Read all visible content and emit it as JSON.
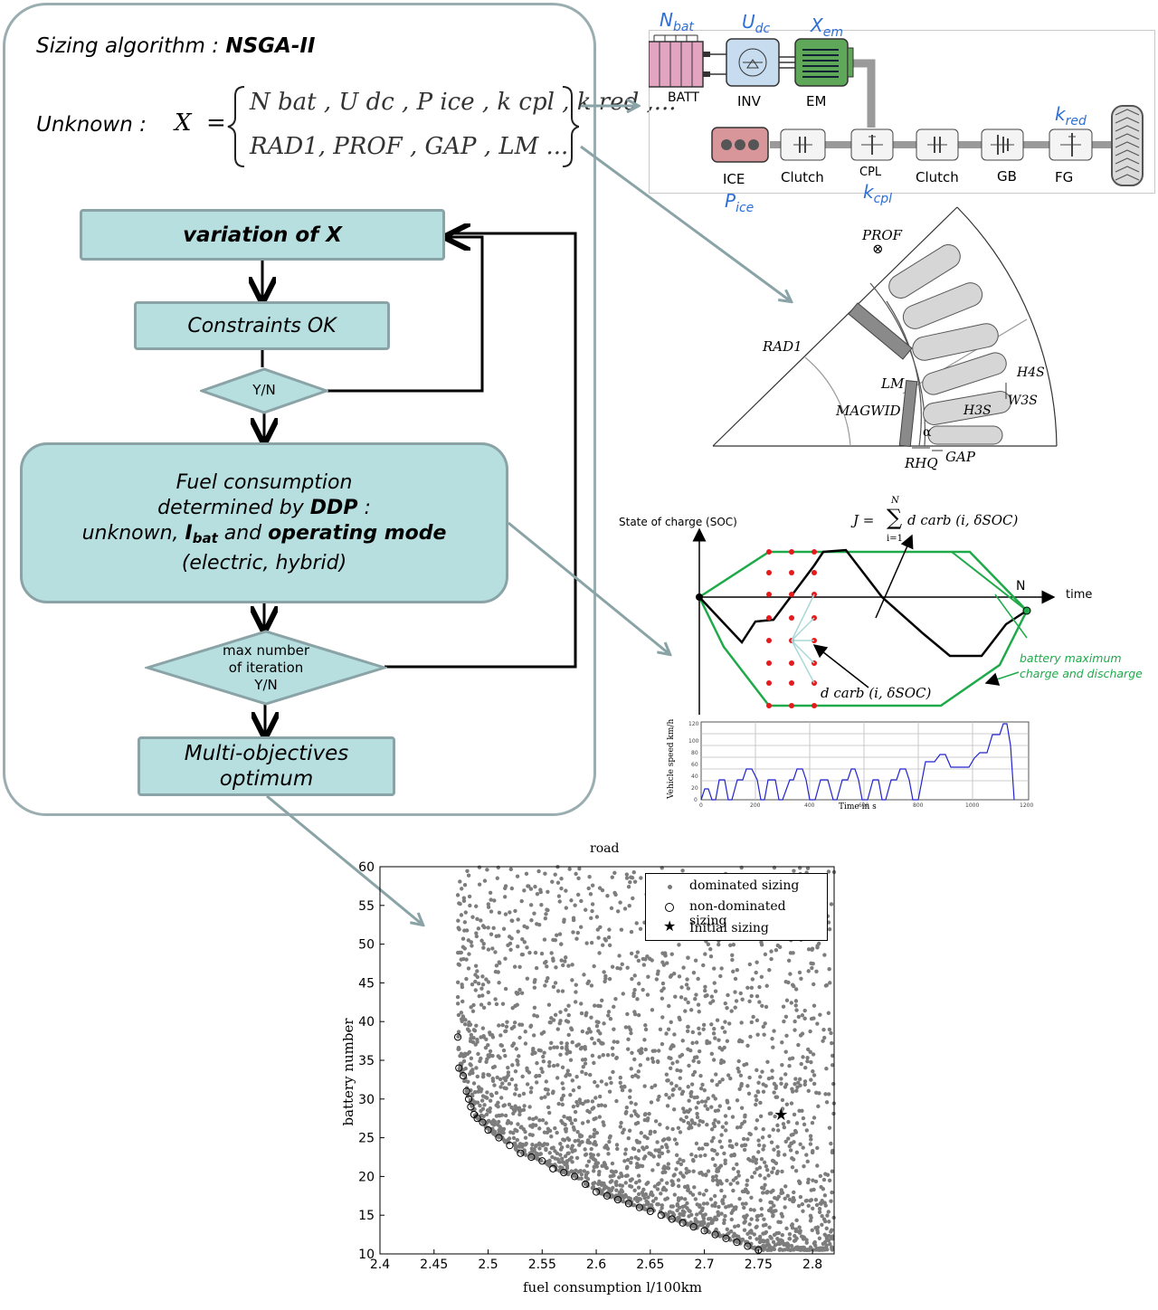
{
  "algorithm": {
    "title_prefix": "Sizing algorithm : ",
    "title_name": "NSGA-II",
    "unknown_label": "Unknown :",
    "x_symbol": "X",
    "equals": "=",
    "set_row1": "N bat , U dc , P ice , k cpl , k red ,...",
    "set_row2": "RAD1, PROF , GAP , LM ..."
  },
  "flowchart": {
    "variation": "variation of X",
    "constraints": "Constraints OK",
    "yn1": "Y/N",
    "fuel_line1": "Fuel consumption",
    "fuel_line2_prefix": "determined by ",
    "fuel_line2_bold": "DDP",
    "fuel_line2_suffix": " :",
    "fuel_line3_prefix": "unknown, ",
    "fuel_line3_ibat": "I",
    "fuel_line3_ibat_sub": "bat",
    "fuel_line3_mid": " and ",
    "fuel_line3_bold": "operating mode",
    "fuel_line4": "(electric, hybrid)",
    "max_line1": "max number",
    "max_line2": "of iteration",
    "max_line3": "Y/N",
    "optimum_line1": "Multi-objectives",
    "optimum_line2": "optimum"
  },
  "powertrain": {
    "nbat": "N",
    "nbat_sub": "bat",
    "udc": "U",
    "udc_sub": "dc",
    "xem": "X",
    "xem_sub": "em",
    "kred": "k",
    "kred_sub": "red",
    "pice": "P",
    "pice_sub": "ice",
    "kcpl": "k",
    "kcpl_sub": "cpl",
    "batt": "BATT",
    "inv": "INV",
    "em": "EM",
    "ice": "ICE",
    "clutch1": "Clutch",
    "cpl": "CPL",
    "clutch2": "Clutch",
    "gb": "GB",
    "fg": "FG",
    "colors": {
      "batt": "#e3a4c2",
      "inv": "#c8dcf0",
      "em": "#5fa85a",
      "ice": "#d9969a",
      "param": "#2e6fd6"
    }
  },
  "motor": {
    "prof": "PROF",
    "prof_symbol": "⊗",
    "rad1": "RAD1",
    "lm": "LM",
    "magwid": "MAGWID",
    "rhq": "RHQ",
    "gap": "GAP",
    "h4s": "H4S",
    "w3s": "W3S",
    "h3s": "H3S",
    "alpha": "α"
  },
  "ddp": {
    "ylabel": "State of charge (SOC)",
    "xlabel": "time",
    "n_label": "N",
    "j_formula_lhs": "J =",
    "j_sum_top": "N",
    "j_sum_bottom": "i=1",
    "j_formula_rhs": "d carb (i, δSOC)",
    "dcarb_label": "d carb (i, δSOC)",
    "battery_line1": "battery maximum",
    "battery_line2": "charge and discharge",
    "green": "#1faa4a",
    "dot_red": "#e41a1c"
  },
  "speed_chart": {
    "ylabel": "Vehicle speed km/h",
    "xlabel": "Time in s",
    "y_ticks": [
      "0",
      "20",
      "40",
      "60",
      "80",
      "100",
      "120"
    ],
    "x_ticks": [
      "0",
      "200",
      "400",
      "600",
      "800",
      "1000",
      "1200"
    ],
    "line_color": "#2323d0"
  },
  "chart_data": {
    "type": "scatter",
    "title": "road",
    "xlabel": "fuel consumption l/100km",
    "ylabel": "battery number",
    "xlim": [
      2.4,
      2.82
    ],
    "ylim": [
      10,
      60
    ],
    "x_ticks": [
      "2.4",
      "2.45",
      "2.5",
      "2.55",
      "2.6",
      "2.65",
      "2.7",
      "2.75",
      "2.8"
    ],
    "y_ticks": [
      "10",
      "15",
      "20",
      "25",
      "30",
      "35",
      "40",
      "45",
      "50",
      "55",
      "60"
    ],
    "legend": [
      "dominated sizing",
      "non-dominated sizing",
      "Initial sizing"
    ],
    "legend_position": "top-right",
    "initial_sizing": {
      "x": 2.77,
      "y": 28
    },
    "pareto_front": [
      [
        2.472,
        38
      ],
      [
        2.473,
        34
      ],
      [
        2.477,
        33
      ],
      [
        2.48,
        31
      ],
      [
        2.482,
        30
      ],
      [
        2.484,
        29
      ],
      [
        2.487,
        28
      ],
      [
        2.49,
        27.5
      ],
      [
        2.495,
        27
      ],
      [
        2.5,
        26
      ],
      [
        2.51,
        25
      ],
      [
        2.52,
        24
      ],
      [
        2.53,
        23
      ],
      [
        2.54,
        22.5
      ],
      [
        2.55,
        22
      ],
      [
        2.56,
        21
      ],
      [
        2.57,
        20.5
      ],
      [
        2.58,
        20
      ],
      [
        2.59,
        19
      ],
      [
        2.6,
        18
      ],
      [
        2.61,
        17.5
      ],
      [
        2.62,
        17
      ],
      [
        2.63,
        16.5
      ],
      [
        2.64,
        16
      ],
      [
        2.65,
        15.5
      ],
      [
        2.66,
        15
      ],
      [
        2.67,
        14.5
      ],
      [
        2.68,
        14
      ],
      [
        2.69,
        13.5
      ],
      [
        2.7,
        13
      ],
      [
        2.71,
        12.5
      ],
      [
        2.72,
        12
      ],
      [
        2.73,
        11.5
      ],
      [
        2.74,
        11
      ],
      [
        2.75,
        10.5
      ]
    ],
    "dominated_region": "points fill the area above the Pareto front up to battery number 60 and fuel consumption 2.82"
  }
}
